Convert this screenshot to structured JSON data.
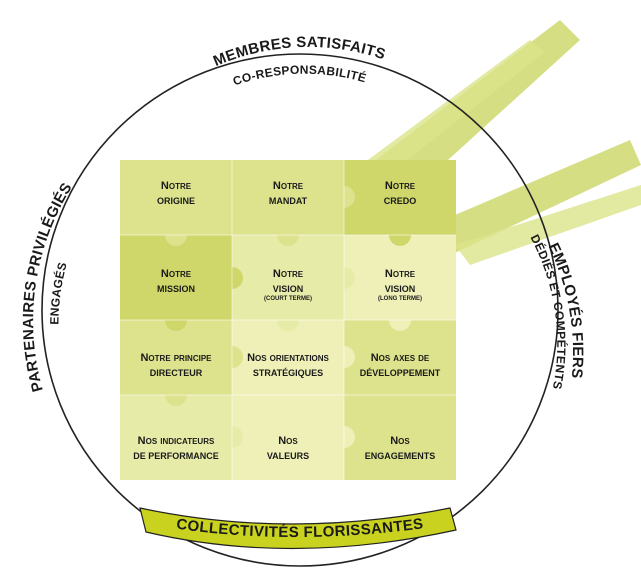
{
  "ring": {
    "top_line1": "MEMBRES SATISFAITS",
    "top_line2": "CO-RESPONSABILITÉ",
    "left_line1": "PARTENAIRES PRIVILÉGIÉS",
    "left_line2": "ENGAGÉS",
    "right_line1": "EMPLOYÉS FIERS",
    "right_line2": "DÉDIÉS ET COMPÉTENTS",
    "bottom_banner": "COLLECTIVITÉS FLORISSANTES"
  },
  "colors": {
    "light": "#eef0b8",
    "mid": "#dde38c",
    "dark": "#c9d060",
    "streak": "#c8d35a",
    "banner": "#c9d31f",
    "ring": "#222222"
  },
  "pieces": [
    {
      "id": "origine",
      "line1": "Notre",
      "line2": "origine",
      "line3": ""
    },
    {
      "id": "mandat",
      "line1": "Notre",
      "line2": "mandat",
      "line3": ""
    },
    {
      "id": "credo",
      "line1": "Notre",
      "line2": "credo",
      "line3": ""
    },
    {
      "id": "mission",
      "line1": "Notre",
      "line2": "mission",
      "line3": ""
    },
    {
      "id": "vision-court",
      "line1": "Notre",
      "line2": "vision",
      "line3": "(court terme)"
    },
    {
      "id": "vision-long",
      "line1": "Notre",
      "line2": "vision",
      "line3": "(long terme)"
    },
    {
      "id": "principe",
      "line1": "Notre principe",
      "line2": "directeur",
      "line3": ""
    },
    {
      "id": "orientations",
      "line1": "Nos orientations",
      "line2": "stratégiques",
      "line3": ""
    },
    {
      "id": "axes",
      "line1": "Nos axes de",
      "line2": "développement",
      "line3": ""
    },
    {
      "id": "indicateurs",
      "line1": "Nos indicateurs",
      "line2": "de performance",
      "line3": ""
    },
    {
      "id": "valeurs",
      "line1": "Nos",
      "line2": "valeurs",
      "line3": ""
    },
    {
      "id": "engagements",
      "line1": "Nos",
      "line2": "engagements",
      "line3": ""
    }
  ]
}
